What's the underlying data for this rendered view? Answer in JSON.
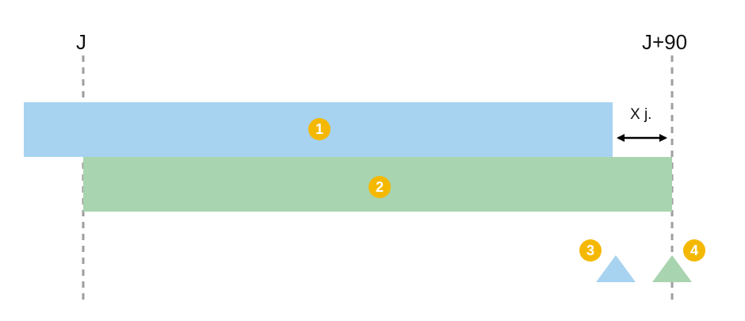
{
  "timeline": {
    "start_label": "J",
    "end_label": "J+90",
    "gap_label": "X j."
  },
  "markers": {
    "bar_1": "1",
    "bar_2": "2",
    "triangle_1": "3",
    "triangle_2": "4"
  },
  "colors": {
    "blue": "#a7d3f0",
    "green": "#a8d4b0",
    "badge": "#f5b800",
    "guide": "#9e9e9e",
    "arrow": "#000000"
  }
}
